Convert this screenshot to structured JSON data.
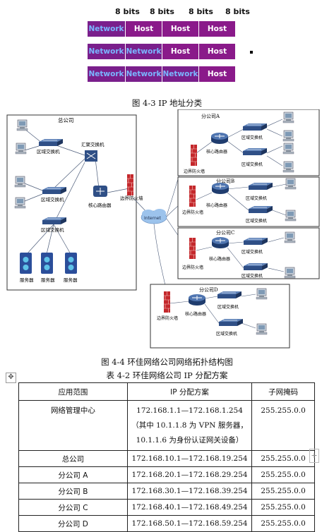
{
  "ip_classes": {
    "bits_labels": [
      "8 bits",
      "8 bits",
      "8 bits",
      "8 bits"
    ],
    "rows": [
      [
        "Network",
        "Host",
        "Host",
        "Host"
      ],
      [
        "Network",
        "Network",
        "Host",
        "Host"
      ],
      [
        "Network",
        "Network",
        "Network",
        "Host"
      ]
    ],
    "caption": "图 4-3 IP 地址分类",
    "colors": {
      "network_bg": "#7a1f8c",
      "network_text": "#7ab6ff",
      "host_bg": "#8a1a8a",
      "host_text": "#ffffff"
    }
  },
  "topology": {
    "headquarters": {
      "title": "总公司",
      "aggregation_switch": "汇聚交换机",
      "area_switch": "区域交换机",
      "core_router": "核心路由器",
      "border_firewall": "边界防火墙",
      "server": "服务器"
    },
    "internet": "Internet",
    "branches": [
      {
        "title": "分公司A"
      },
      {
        "title": "分公司B"
      },
      {
        "title": "分公司C"
      },
      {
        "title": "分公司D"
      }
    ],
    "branch_labels": {
      "core_router": "核心路由器",
      "area_switch": "区域交换机",
      "border_firewall": "边界防火墙"
    },
    "caption": "图 4-4 环佳网络公司网络拓扑结构图"
  },
  "ip_plan": {
    "title": "表 4-2   环佳网络公司 IP 分配方案",
    "headers": [
      "应用范围",
      "IP 分配方案",
      "子网掩码"
    ],
    "rows": [
      {
        "scope": "网络管理中心",
        "lines": [
          "172.168.1.1—172.168.1.254",
          "（其中 10.1.1.8 为 VPN 服务器，",
          "10.1.1.6 为身份认证网关设备）"
        ],
        "mask": "255.255.0.0"
      },
      {
        "scope": "总公司",
        "lines": [
          "172.168.10.1—172.168.19.254"
        ],
        "mask": "255.255.0.0"
      },
      {
        "scope": "分公司 A",
        "lines": [
          "172.168.20.1—172.168.29.254"
        ],
        "mask": "255.255.0.0"
      },
      {
        "scope": "分公司 B",
        "lines": [
          "172.168.30.1—172.168.39.254"
        ],
        "mask": "255.255.0.0"
      },
      {
        "scope": "分公司 C",
        "lines": [
          "172.168.40.1—172.168.49.254"
        ],
        "mask": "255.255.0.0"
      },
      {
        "scope": "分公司 D",
        "lines": [
          "172.168.50.1—172.168.59.254"
        ],
        "mask": "255.255.0.0"
      }
    ]
  }
}
